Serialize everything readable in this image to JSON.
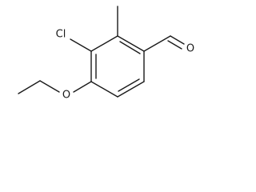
{
  "molecule": {
    "atoms": {
      "chlorine": "Cl",
      "ether_oxygen": "O",
      "aldehyde_oxygen": "O"
    }
  }
}
